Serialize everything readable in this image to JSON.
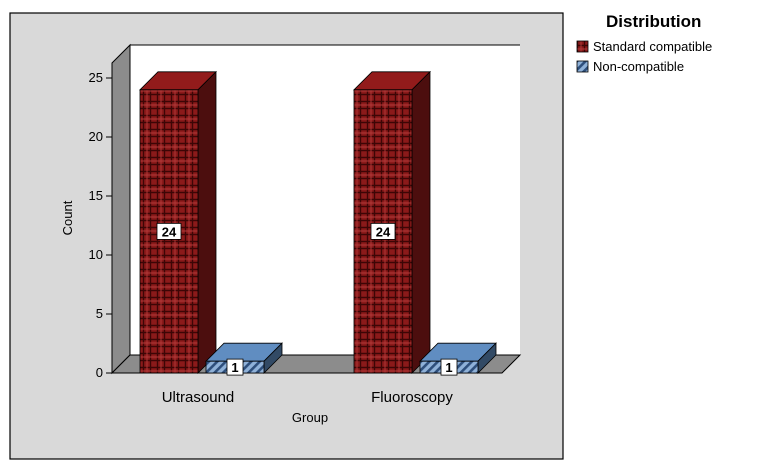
{
  "chart_data": {
    "type": "bar",
    "style": "3d-clustered",
    "categories": [
      "Ultrasound",
      "Fluoroscopy"
    ],
    "series": [
      {
        "name": "Standard compatible",
        "values": [
          24,
          24
        ],
        "color": "#8b1a1a"
      },
      {
        "name": "Non-compatible",
        "values": [
          1,
          1
        ],
        "color": "#5b86b8"
      }
    ],
    "title": "",
    "xlabel": "Group",
    "ylabel": "Count",
    "ylim": [
      0,
      27
    ],
    "yticks": [
      0,
      5,
      10,
      15,
      20,
      25
    ],
    "grid": false,
    "legend": {
      "title": "Distribution",
      "position": "top-right"
    },
    "data_labels": [
      [
        "24",
        "1"
      ],
      [
        "24",
        "1"
      ]
    ]
  }
}
